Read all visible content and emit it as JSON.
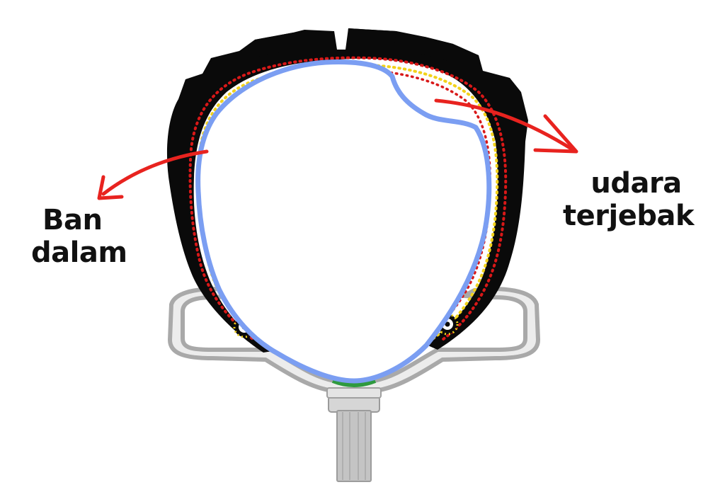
{
  "labels": {
    "inner_tube": [
      "Ban",
      "dalam"
    ],
    "trapped_air": [
      "udara",
      "terjebak"
    ]
  },
  "colors": {
    "tire": "#0a0a0a",
    "rim": "#a9a9a9",
    "rim_fill": "#ececec",
    "inner_tube": "#7b9ef2",
    "arrow": "#e8231f",
    "cord_yellow": "#f2d21a",
    "cord_red": "#d81818",
    "rim_tape": "#2f9a3f",
    "valve": "#b8b8b8"
  }
}
